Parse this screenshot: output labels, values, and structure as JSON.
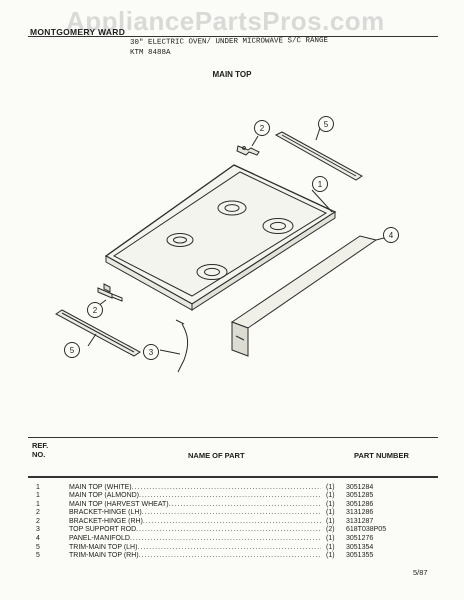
{
  "watermark": "AppliancePartsPros.com",
  "header": {
    "brand": "MONTGOMERY WARD",
    "description": "30\" ELECTRIC OVEN/ UNDER MICROWAVE S/C RANGE",
    "model": "KTM 8488A"
  },
  "section_title": "MAIN TOP",
  "callouts": {
    "top_bracket": "2",
    "top_trim": "5",
    "main_top": "1",
    "manifold": "4",
    "left_bracket": "2",
    "bottom_trim": "5",
    "rod": "3"
  },
  "table": {
    "headers": {
      "ref_line1": "REF.",
      "ref_line2": "NO.",
      "name": "NAME OF PART",
      "part_number": "PART NUMBER"
    },
    "rows": [
      {
        "ref": "1",
        "name": "MAIN TOP (WHITE)",
        "qty": "(1)",
        "part_number": "3051284"
      },
      {
        "ref": "1",
        "name": "MAIN TOP (ALMOND)",
        "qty": "(1)",
        "part_number": "3051285"
      },
      {
        "ref": "1",
        "name": "MAIN TOP (HARVEST WHEAT)",
        "qty": "(1)",
        "part_number": "3051286"
      },
      {
        "ref": "2",
        "name": "BRACKET-HINGE (LH)",
        "qty": "(1)",
        "part_number": "3131286"
      },
      {
        "ref": "2",
        "name": "BRACKET-HINGE (RH)",
        "qty": "(1)",
        "part_number": "3131287"
      },
      {
        "ref": "3",
        "name": "TOP SUPPORT ROD",
        "qty": "(2)",
        "part_number": "618T038P05"
      },
      {
        "ref": "4",
        "name": "PANEL-MANIFOLD",
        "qty": "(1)",
        "part_number": "3051276"
      },
      {
        "ref": "5",
        "name": "TRIM-MAIN TOP (LH)",
        "qty": "(1)",
        "part_number": "3051354"
      },
      {
        "ref": "5",
        "name": "TRIM-MAIN TOP (RH)",
        "qty": "(1)",
        "part_number": "3051355"
      }
    ]
  },
  "page_number": "5/87"
}
